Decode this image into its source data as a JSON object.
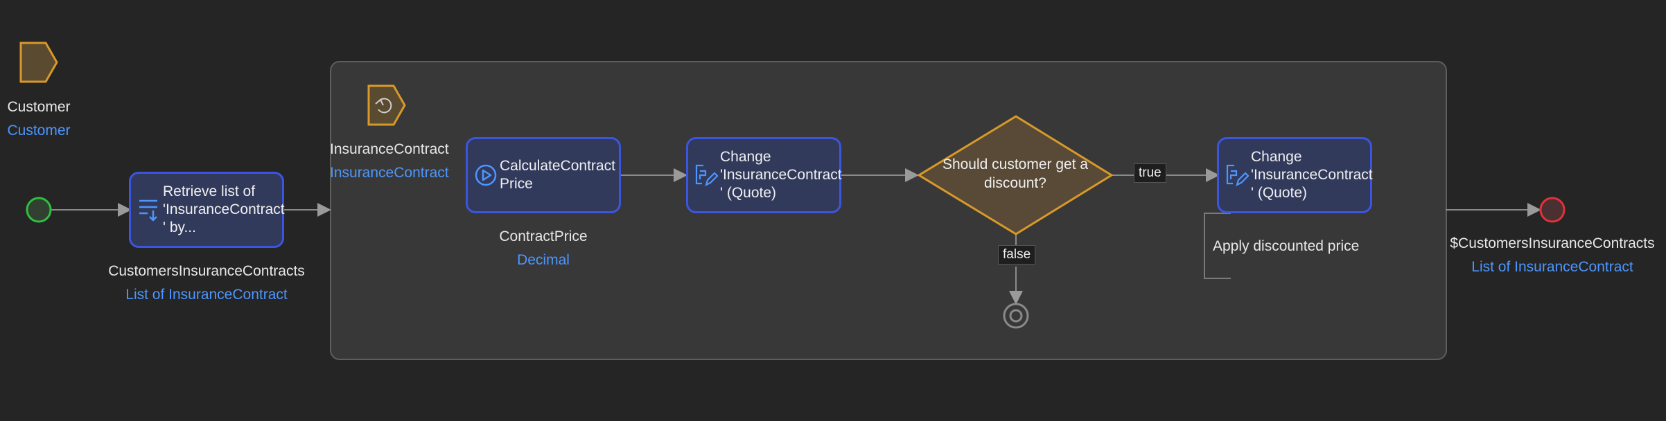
{
  "parameter": {
    "name": "Customer",
    "type": "Customer"
  },
  "retrieve": {
    "text": "Retrieve list of\n'InsuranceContract\n' by...",
    "var_name": "CustomersInsuranceContracts",
    "var_type": "List of InsuranceContract"
  },
  "loop": {
    "iterator_name": "InsuranceContract",
    "iterator_type": "InsuranceContract"
  },
  "calculate": {
    "text": "CalculateContract\nPrice",
    "var_name": "ContractPrice",
    "var_type": "Decimal"
  },
  "change1": {
    "text": "Change\n'InsuranceContract\n' (Quote)"
  },
  "decision": {
    "text": "Should customer get a\ndiscount?",
    "true_label": "true",
    "false_label": "false"
  },
  "change2": {
    "text": "Change\n'InsuranceContract\n' (Quote)"
  },
  "annotation": {
    "text": "Apply discounted price"
  },
  "end": {
    "return_name": "$CustomersInsuranceContracts",
    "return_type": "List of InsuranceContract"
  },
  "colors": {
    "accent_blue": "#3c55e0",
    "type_blue": "#4d96ff",
    "parameter_orange": "#d9992a",
    "start_green": "#2fbf3f",
    "end_red": "#e0323a"
  }
}
